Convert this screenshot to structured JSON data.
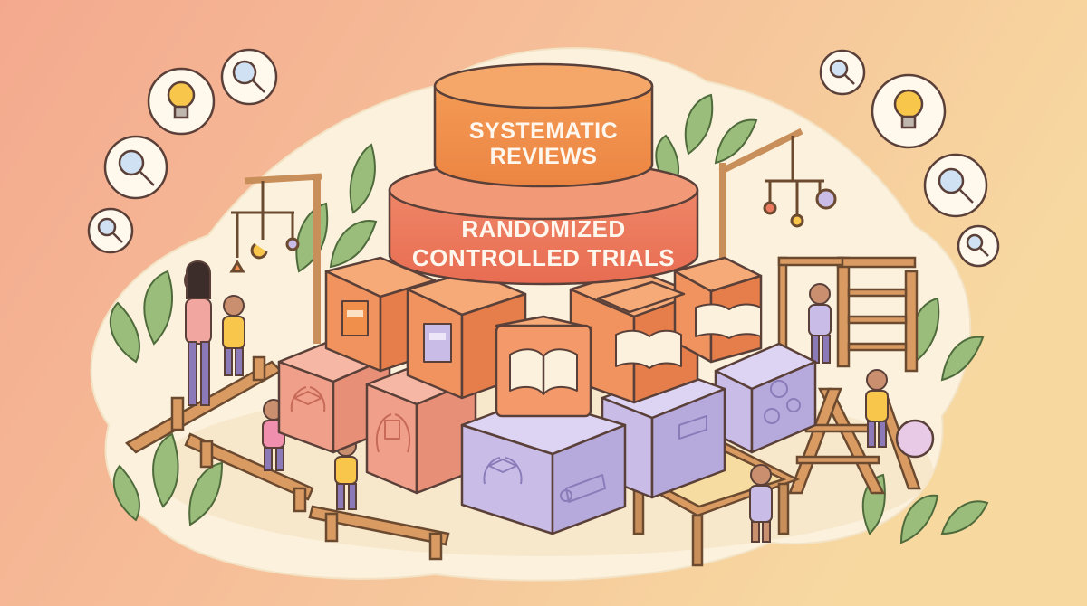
{
  "pyramid": {
    "top_tier": {
      "line1": "SYSTEMATIC",
      "line2": "REVIEWS"
    },
    "second_tier": {
      "line1": "RANDOMIZED",
      "line2": "CONTROLLED TRIALS"
    }
  },
  "colors": {
    "top_tier": "#f08f4c",
    "second_tier": "#ec7a5e",
    "orange_blocks": "#f0935e",
    "salmon_blocks": "#f0a08a",
    "lavender_blocks": "#c9bde8",
    "outline": "#5a4038",
    "background_left": "#f4a98e",
    "background_right": "#f6d29a",
    "meadow": "#fbf1dc"
  },
  "icons": [
    "lightbulb-icon",
    "magnifier-icon",
    "book-icon",
    "open-book-icon",
    "graduation-cap-icon",
    "laurel-icon",
    "diploma-icon",
    "gear-icon"
  ]
}
